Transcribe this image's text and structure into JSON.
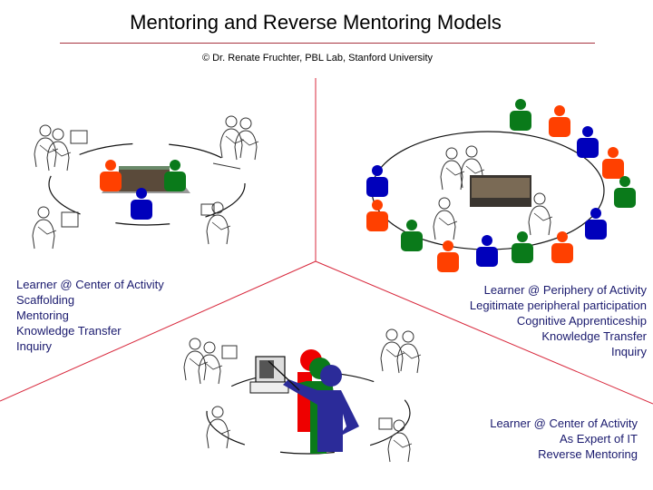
{
  "header": {
    "title": "Mentoring and Reverse Mentoring Models",
    "subtitle": "© Dr. Renate Fruchter, PBL Lab, Stanford University"
  },
  "colors": {
    "divider": "#d8283c",
    "text": "#1a1a6e",
    "figure_red": "#ff4000",
    "figure_green": "#0a7a1a",
    "figure_blue": "#0000bb",
    "figure_navy": "#2b2b99",
    "figure_bright_red": "#ee0000"
  },
  "panels": [
    {
      "id": "mentoring",
      "illustration": "learner-center-illustration",
      "lines": [
        "Learner @ Center of Activity",
        "Scaffolding",
        "Mentoring",
        "Knowledge Transfer",
        "Inquiry"
      ]
    },
    {
      "id": "peripheral",
      "illustration": "learner-periphery-illustration",
      "lines": [
        "Learner @ Periphery of Activity",
        "Legitimate peripheral participation",
        "Cognitive Apprenticeship",
        "Knowledge Transfer",
        "Inquiry"
      ]
    },
    {
      "id": "reverse",
      "illustration": "reverse-mentoring-illustration",
      "lines": [
        "Learner @ Center of Activity",
        "As Expert of IT",
        "Reverse Mentoring"
      ]
    }
  ]
}
